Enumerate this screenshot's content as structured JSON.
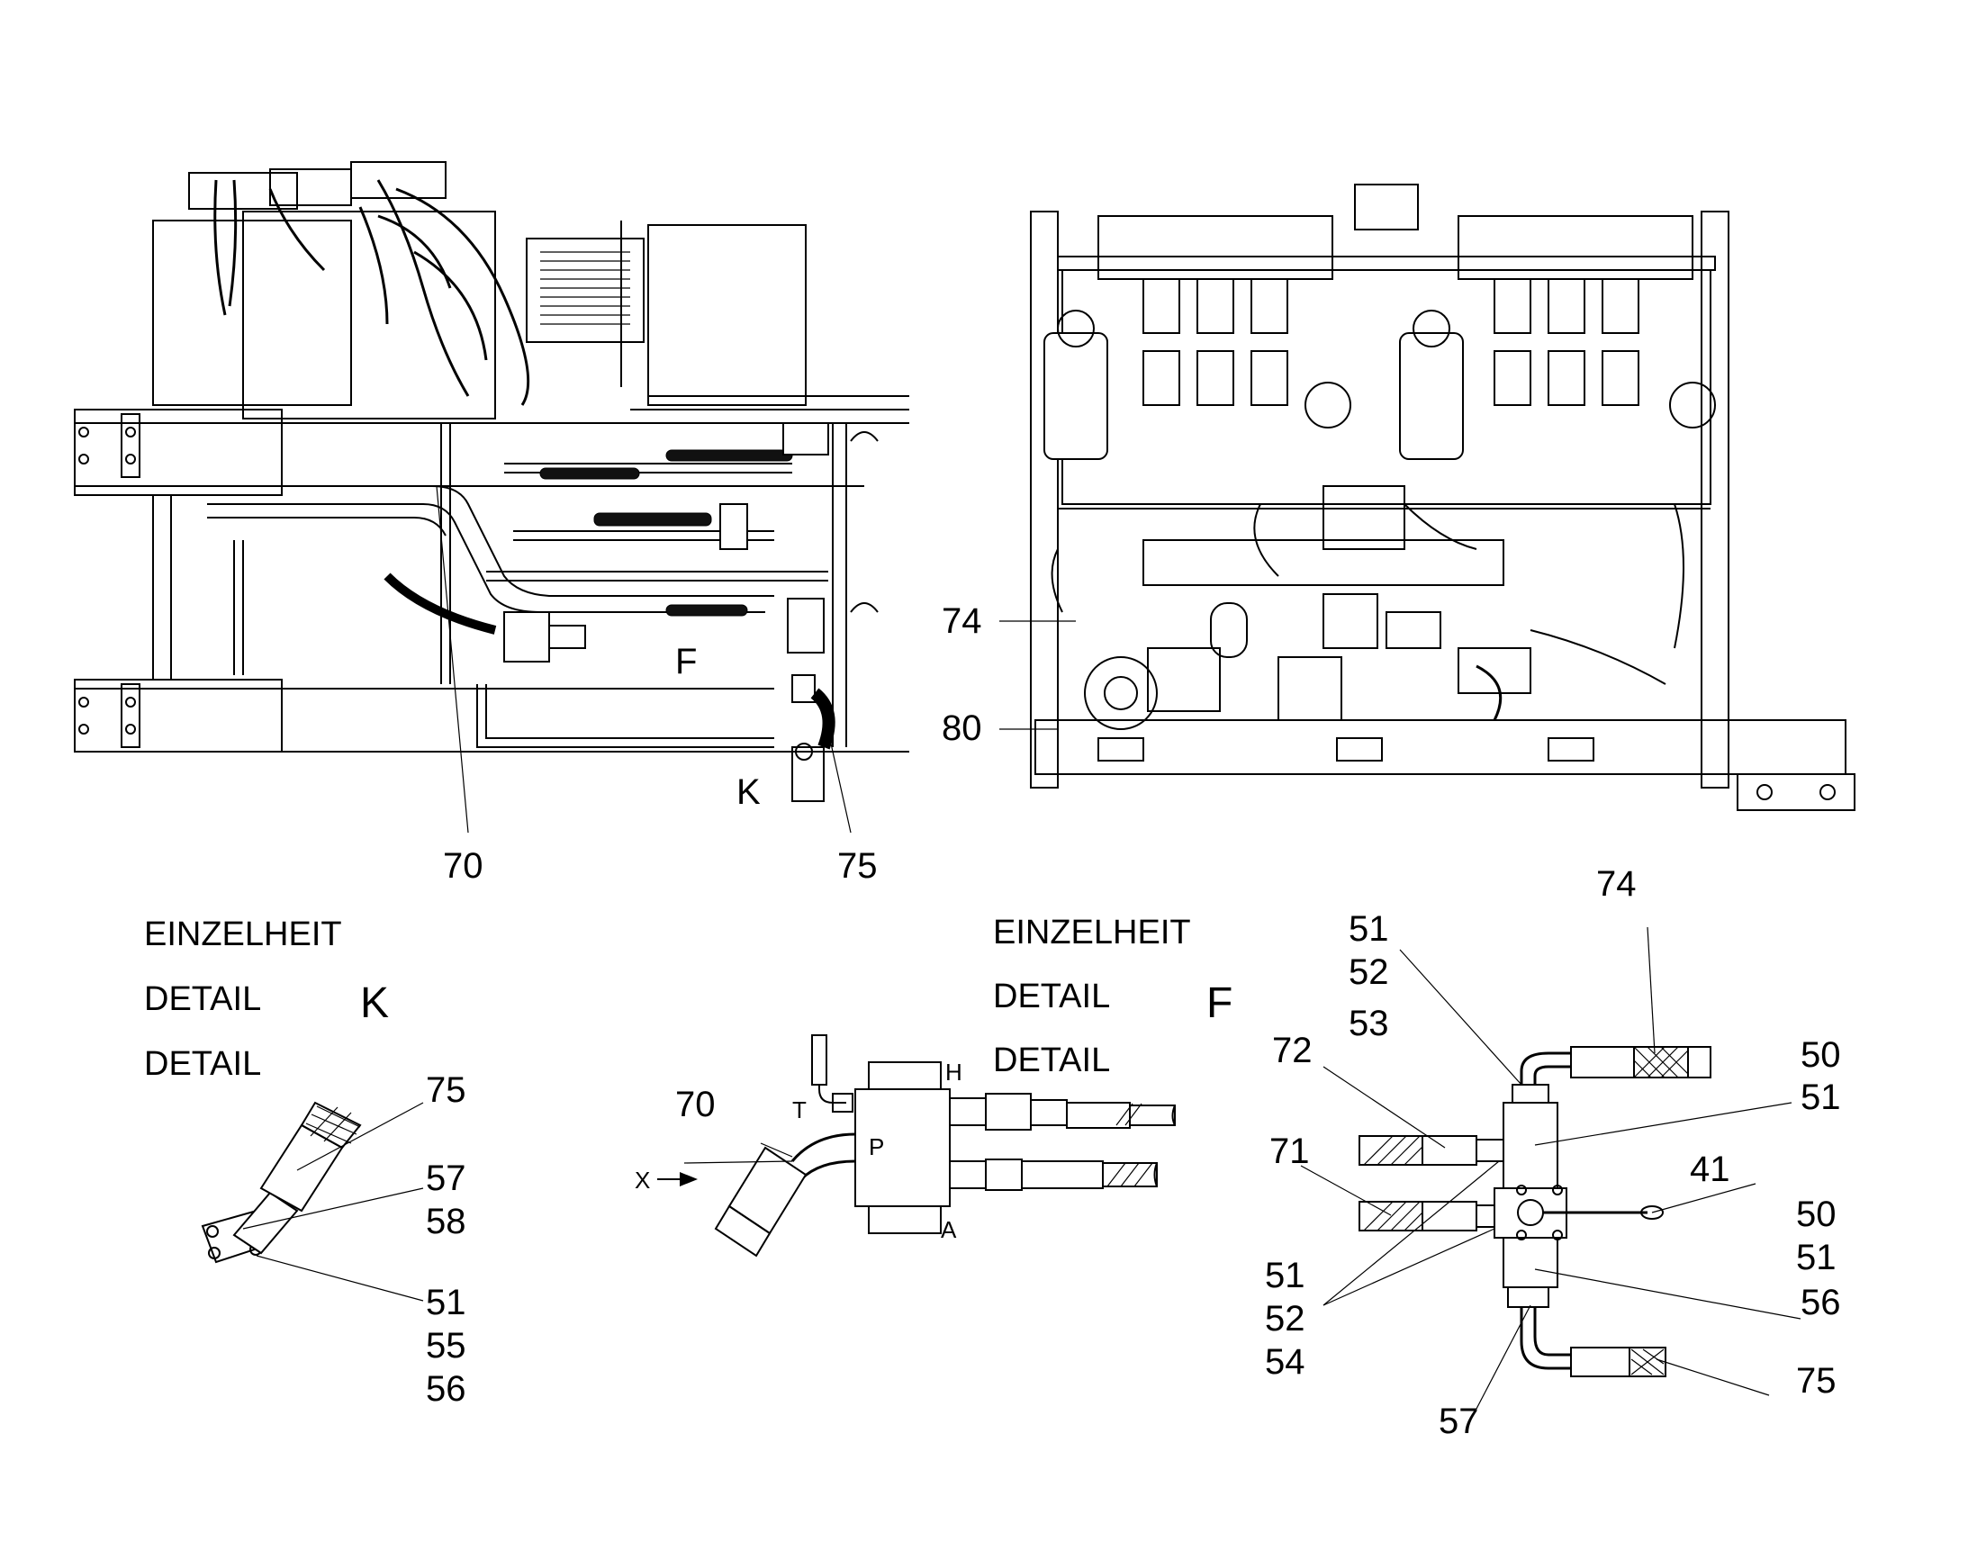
{
  "labels": {
    "view_left_F": "F",
    "view_left_K": "K",
    "view_left_70": "70",
    "view_left_75": "75",
    "view_right_74": "74",
    "view_right_80": "80",
    "detail_k": {
      "line1": "EINZELHEIT",
      "line2": "DETAIL",
      "line3": "DETAIL",
      "letter": "K",
      "callouts": [
        "75",
        "57",
        "58",
        "51",
        "55",
        "56"
      ]
    },
    "middle_valve": {
      "callout_70": "70",
      "port_T": "T",
      "port_H": "H",
      "port_P": "P",
      "port_A": "A",
      "arrow_x": "X"
    },
    "detail_f": {
      "line1": "EINZELHEIT",
      "line2": "DETAIL",
      "line3": "DETAIL",
      "letter": "F",
      "callouts": [
        "74",
        "51",
        "52",
        "53",
        "72",
        "50",
        "51",
        "71",
        "41",
        "50",
        "51",
        "51",
        "52",
        "54",
        "56",
        "75",
        "57"
      ]
    }
  }
}
